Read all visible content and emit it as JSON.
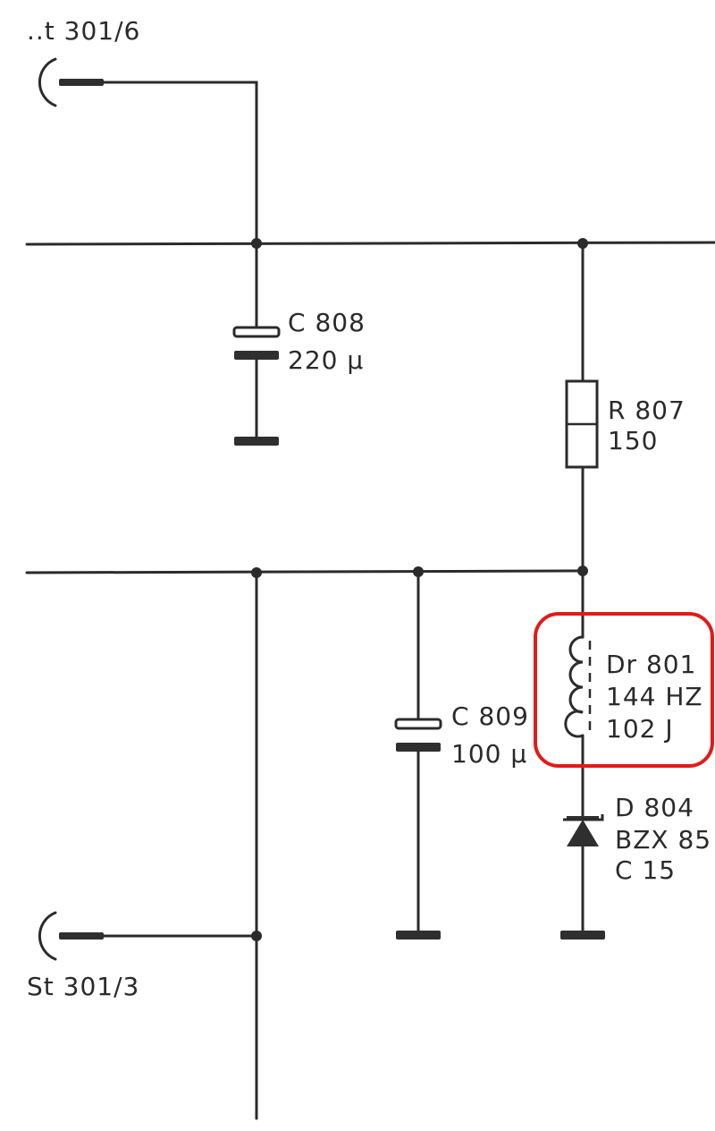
{
  "connectors": {
    "top": "..t 301/6",
    "bottom": "St 301/3"
  },
  "components": {
    "c808": {
      "ref": "C 808",
      "value": "220 µ"
    },
    "c809": {
      "ref": "C 809",
      "value": "100 µ"
    },
    "r807": {
      "ref": "R 807",
      "value": "150"
    },
    "dr801": {
      "ref": "Dr 801",
      "line2": "144 HZ",
      "line3": "102 J"
    },
    "d804": {
      "ref": "D 804",
      "line2": "BZX 85",
      "line3": "C 15"
    }
  },
  "highlight": {
    "target": "Dr 801",
    "color": "#e01b1b"
  }
}
